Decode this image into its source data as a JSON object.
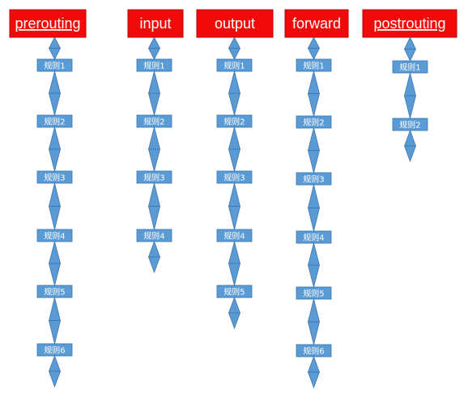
{
  "colors": {
    "header_fill": "#f10a0a",
    "header_text": "#ffffff",
    "rule_fill": "#5b9bd5",
    "rule_stroke": "#3a76b0",
    "rule_text": "#ffffff",
    "connector_fill": "#5b9bd5",
    "connector_stroke": "#3a76b0"
  },
  "chains": [
    {
      "name": "prerouting",
      "underlined": true,
      "rules": [
        "规则1",
        "规则2",
        "规则3",
        "规则4",
        "规则5",
        "规则6"
      ]
    },
    {
      "name": "input",
      "underlined": false,
      "rules": [
        "规则1",
        "规则2",
        "规则3",
        "规则4"
      ]
    },
    {
      "name": "output",
      "underlined": false,
      "rules": [
        "规则1",
        "规则2",
        "规则3",
        "规则4",
        "规则5"
      ]
    },
    {
      "name": "forward",
      "underlined": false,
      "rules": [
        "规则1",
        "规则2",
        "规则3",
        "规则4",
        "规则5",
        "规则6"
      ]
    },
    {
      "name": "postrouting",
      "underlined": true,
      "rules": [
        "规则1",
        "规则2"
      ]
    }
  ]
}
